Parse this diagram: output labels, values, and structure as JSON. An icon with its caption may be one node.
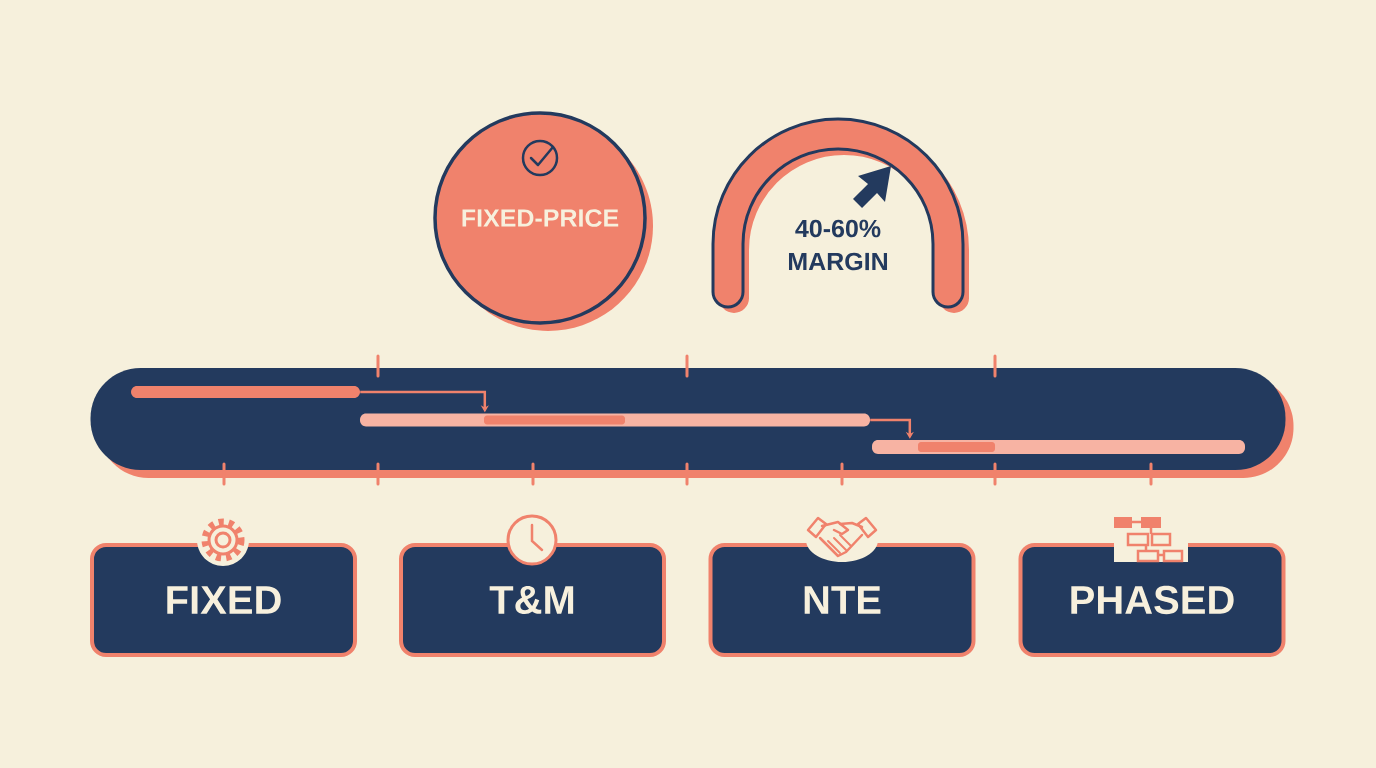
{
  "diagram": {
    "nodes": [
      {
        "text": [
          "FIXED-PRICE"
        ]
      },
      {
        "text": [
          "40-60% MARGIN"
        ]
      },
      {
        "text": [],
        "shape": "bar"
      },
      {
        "text": [],
        "shape": "bar",
        "in": 2
      },
      {
        "text": [],
        "shape": "bar",
        "in": 2
      },
      {
        "text": [],
        "shape": "bar",
        "in": 2
      },
      {
        "text": [
          "FIXED"
        ]
      },
      {
        "text": [
          "T&M"
        ]
      },
      {
        "text": [
          "NTE"
        ]
      },
      {
        "text": [
          "PHASED"
        ]
      }
    ],
    "edges": [
      {
        "from": 3,
        "to": 4,
        "arrow": "to"
      },
      {
        "from": 4,
        "to": 5,
        "arrow": "to"
      }
    ]
  }
}
